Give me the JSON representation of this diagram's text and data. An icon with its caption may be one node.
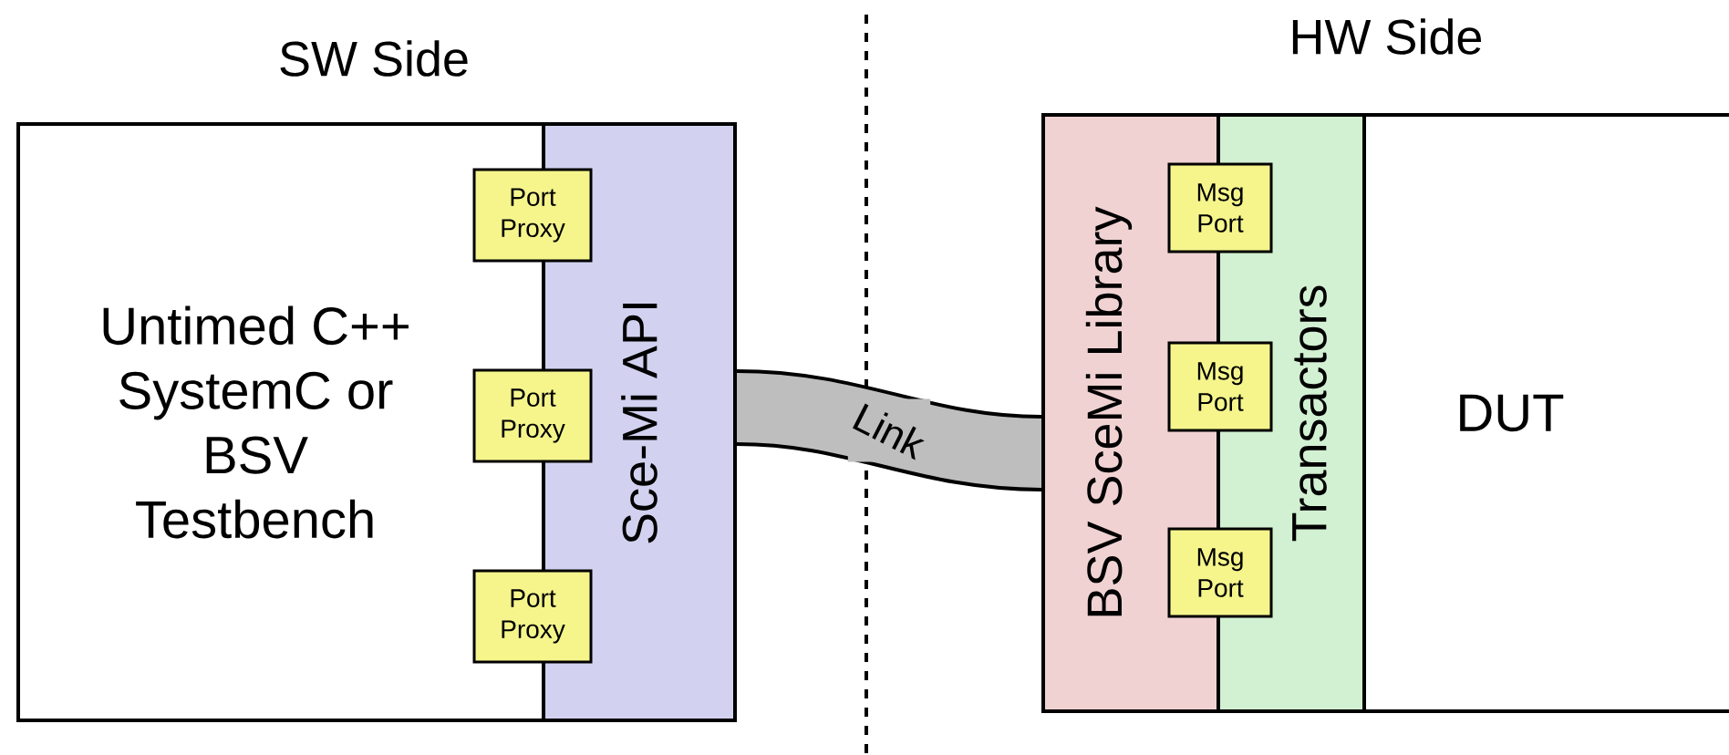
{
  "diagram": {
    "nodes": [
      {
        "text": [
          "Untimed C++ SystemC or BSV Testbench"
        ]
      },
      {
        "text": [
          "Sce-Mi API"
        ]
      },
      {
        "text": [
          "Port Proxy"
        ]
      },
      {
        "text": [
          "Port Proxy"
        ]
      },
      {
        "text": [
          "Port Proxy"
        ]
      },
      {
        "text": [
          "BSV SceMi Library"
        ]
      },
      {
        "text": [
          "Transactors"
        ]
      },
      {
        "text": [
          "DUT"
        ]
      },
      {
        "text": [
          "Msg Port"
        ]
      },
      {
        "text": [
          "Msg Port"
        ]
      },
      {
        "text": [
          "Msg Port"
        ]
      }
    ],
    "edges": [
      {
        "from": 1,
        "to": 5,
        "arrow": "none",
        "label": "Link"
      }
    ],
    "labels": [
      "SW Side",
      "HW Side"
    ]
  }
}
